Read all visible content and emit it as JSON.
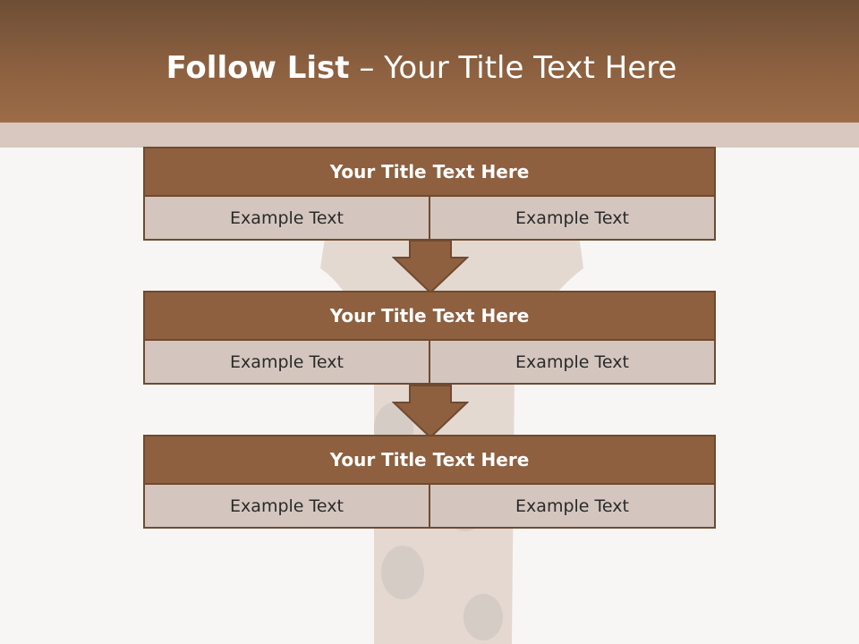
{
  "slide": {
    "title_bold": "Follow List",
    "title_rest": " – Your Title Text Here"
  },
  "blocks": [
    {
      "title": "Your Title Text Here",
      "left": "Example Text",
      "right": "Example Text"
    },
    {
      "title": "Your Title Text Here",
      "left": "Example Text",
      "right": "Example Text"
    },
    {
      "title": "Your Title Text Here",
      "left": "Example Text",
      "right": "Example Text"
    }
  ],
  "colors": {
    "header": "#8c6040",
    "block_title": "#8e603f",
    "block_cell": "#d4c6be",
    "border": "#6f4a31"
  },
  "icons": [
    "down-arrow-icon"
  ]
}
